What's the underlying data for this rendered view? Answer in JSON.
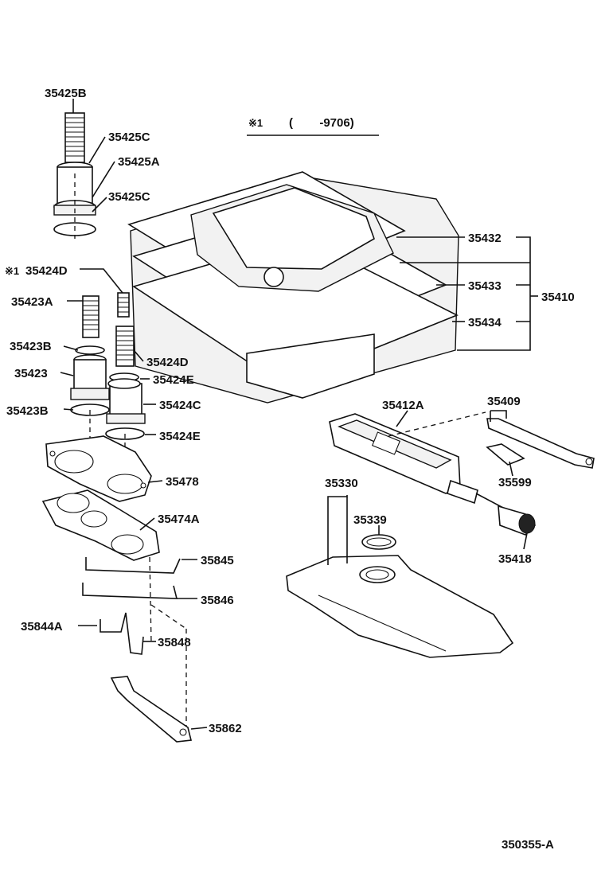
{
  "note": {
    "mark": "※1",
    "range": "(        -9706)"
  },
  "figure_id": "350355-A",
  "labels": {
    "p35425B": "35425B",
    "p35425C_1": "35425C",
    "p35425A": "35425A",
    "p35425C_2": "35425C",
    "p35424D_1": "35424D",
    "p35424D_mark": "※1",
    "p35423A": "35423A",
    "p35423B_1": "35423B",
    "p35424D_2": "35424D",
    "p35423": "35423",
    "p35424E_1": "35424E",
    "p35423B_2": "35423B",
    "p35424C": "35424C",
    "p35424E_2": "35424E",
    "p35478": "35478",
    "p35474A": "35474A",
    "p35845": "35845",
    "p35846": "35846",
    "p35844A": "35844A",
    "p35848": "35848",
    "p35862": "35862",
    "p35432": "35432",
    "p35433": "35433",
    "p35434": "35434",
    "p35410": "35410",
    "p35412A": "35412A",
    "p35409": "35409",
    "p35599": "35599",
    "p35330": "35330",
    "p35339": "35339",
    "p35418": "35418"
  }
}
